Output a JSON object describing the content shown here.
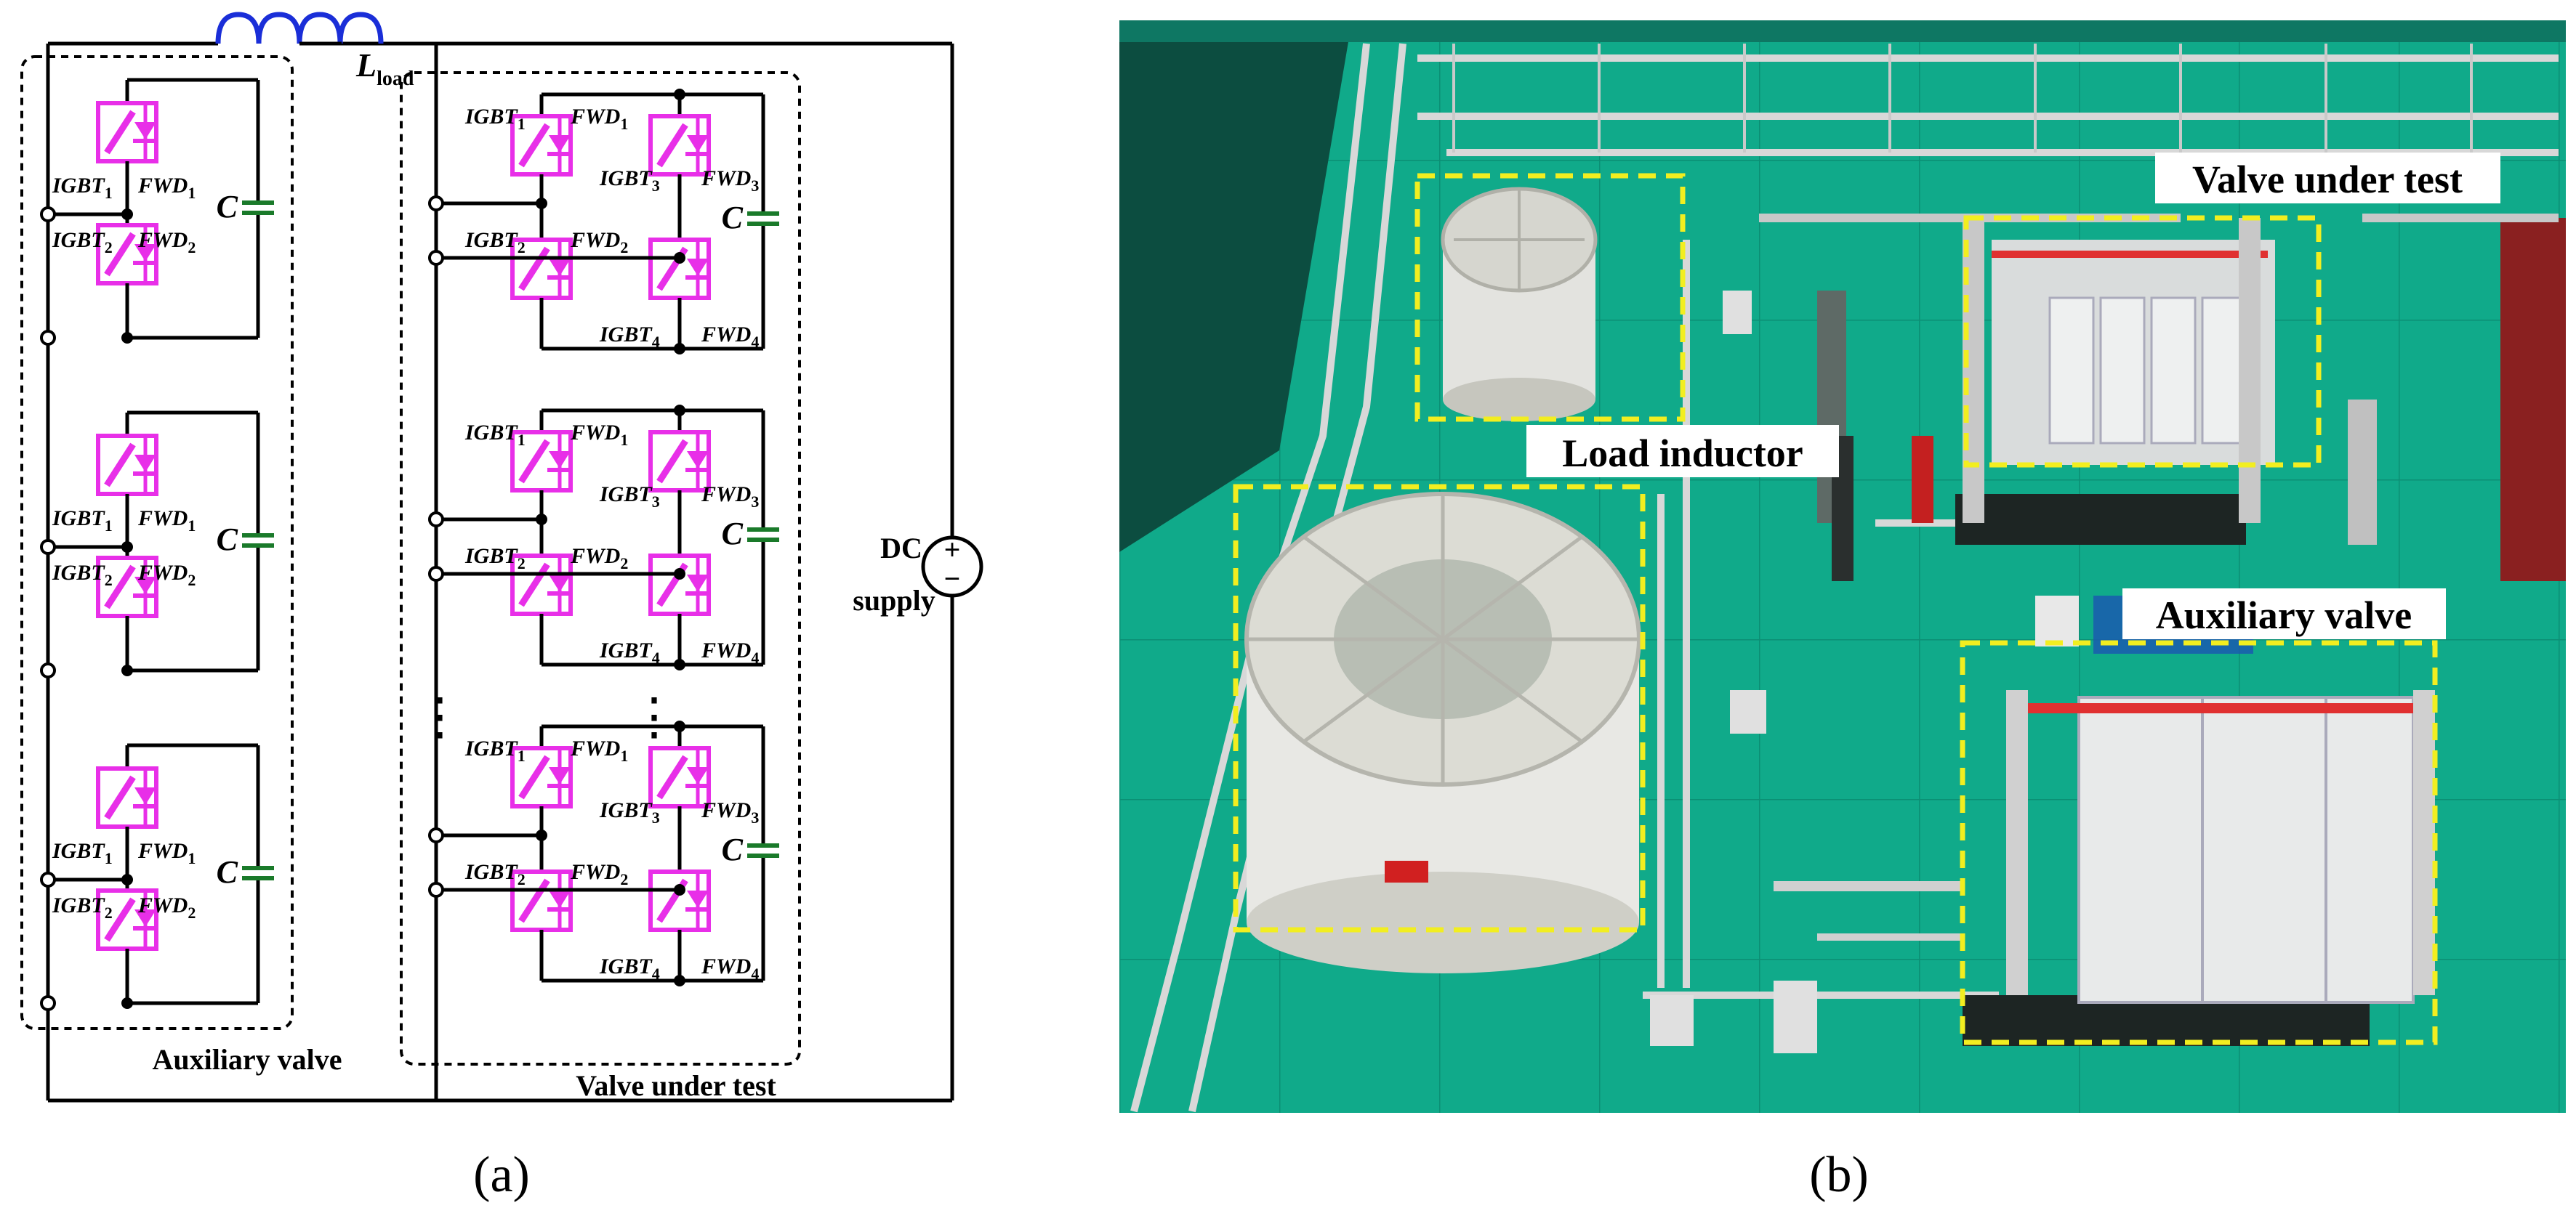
{
  "colors": {
    "wire": "#000000",
    "switch": "#e82fe8",
    "capacitor": "#1a7a2a",
    "inductor": "#1a2ed8",
    "floor": "#0fa889",
    "floor_dark": "#0a7e68",
    "highlight": "#f2ee20"
  },
  "panel_a": {
    "caption": "(a)",
    "inductor_label": "L",
    "inductor_subscript": "load",
    "aux_valve_label": "Auxiliary valve",
    "valve_test_label": "Valve under test",
    "dc_supply_line1": "DC",
    "dc_supply_line2": "supply",
    "plus": "+",
    "minus": "−",
    "cap_label": "C",
    "igbt": "IGBT",
    "fwd": "FWD",
    "idx1": "1",
    "idx2": "2",
    "idx3": "3",
    "idx4": "4",
    "dots": "⋮"
  },
  "panel_b": {
    "caption": "(b)",
    "tag_valve_test": "Valve under test",
    "tag_load_inductor": "Load inductor",
    "tag_aux_valve": "Auxiliary valve"
  }
}
